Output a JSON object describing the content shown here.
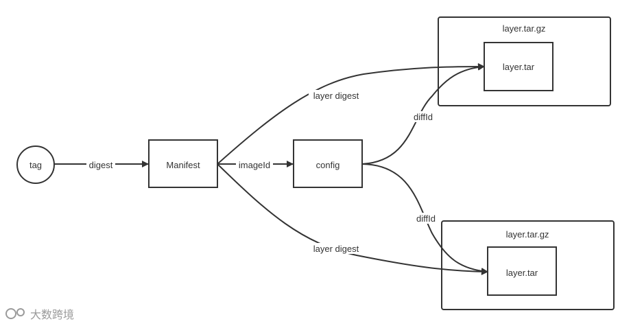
{
  "nodes": {
    "tag": "tag",
    "manifest": "Manifest",
    "config": "config",
    "layer_gz_top": "layer.tar.gz",
    "layer_tar_top": "layer.tar",
    "layer_gz_bottom": "layer.tar.gz",
    "layer_tar_bottom": "layer.tar"
  },
  "edges": {
    "tag_manifest": "digest",
    "manifest_config": "imageId",
    "manifest_layer_top": "layer digest",
    "manifest_layer_bottom": "layer digest",
    "config_layer_top": "diffId",
    "config_layer_bottom": "diffId"
  },
  "watermark": {
    "text": "大数跨境",
    "icon": "logo-icon"
  },
  "colors": {
    "stroke": "#333333",
    "watermark": "#9a9a9a"
  }
}
